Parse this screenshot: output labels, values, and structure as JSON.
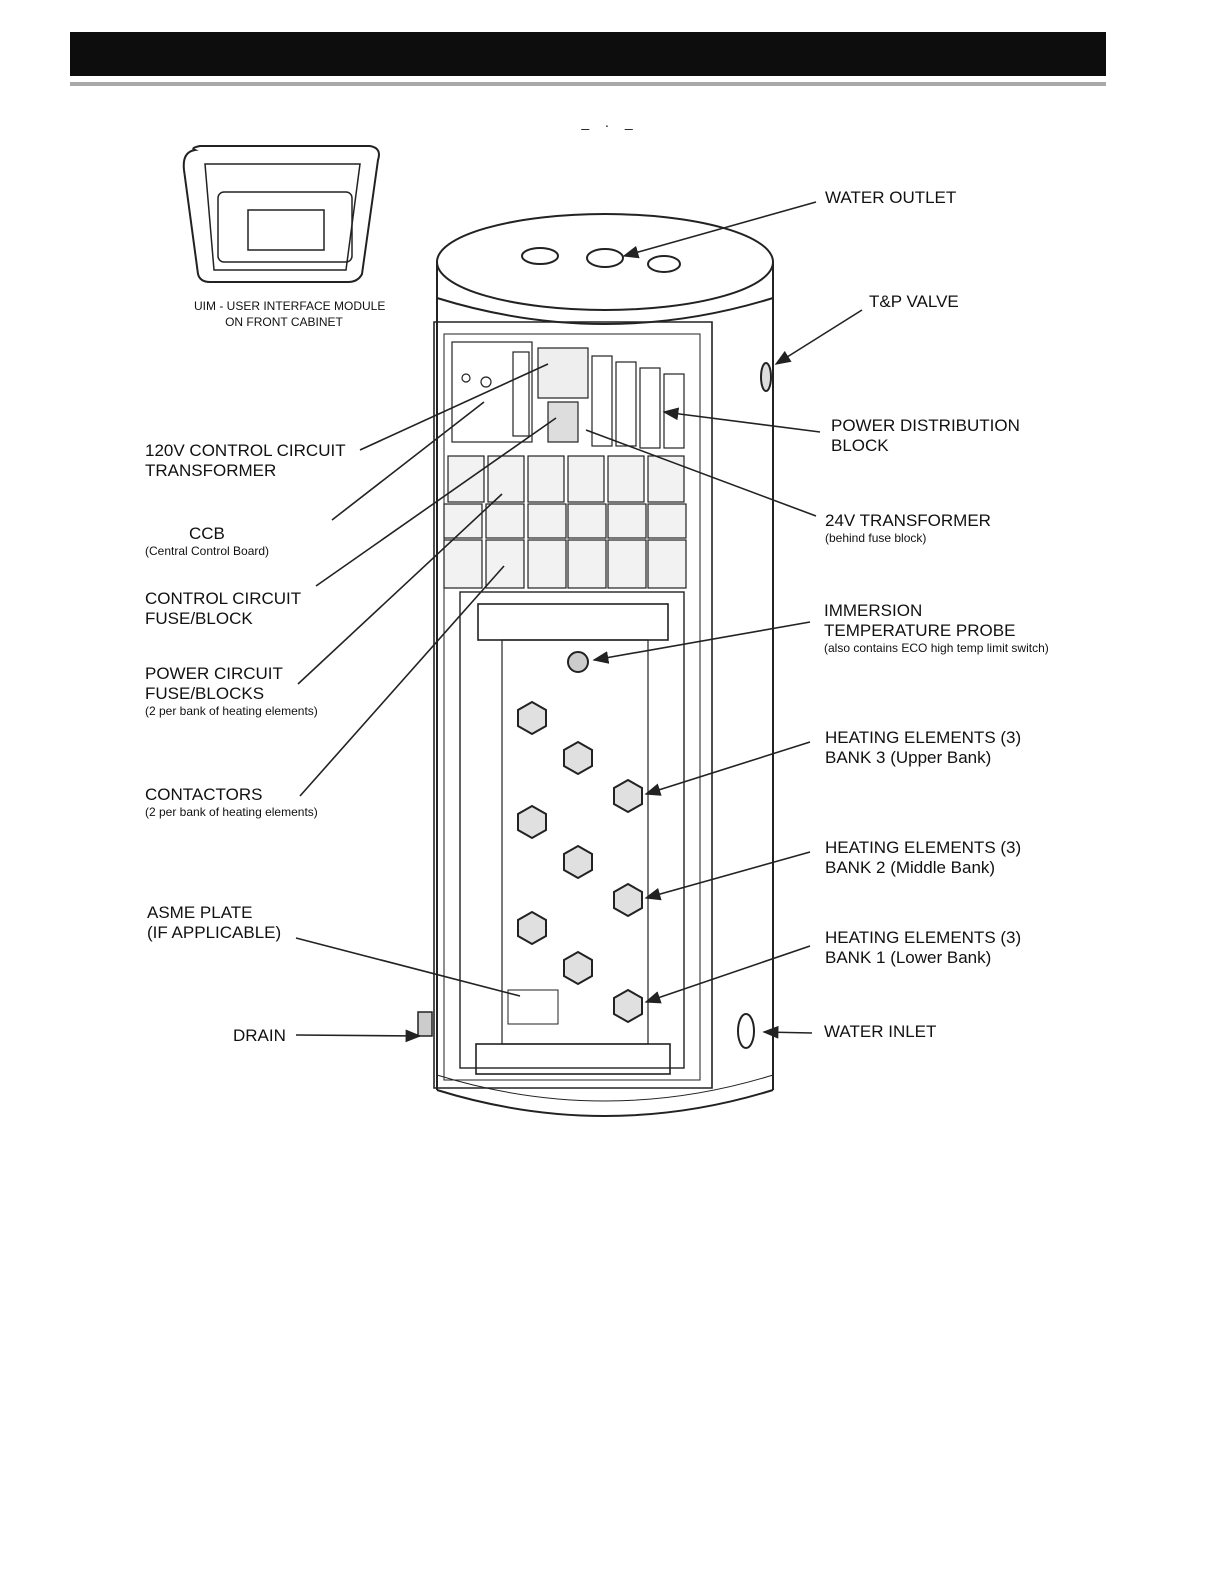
{
  "header": {
    "title": "",
    "figure_mark": "_ . _"
  },
  "uim": {
    "line1": "UIM - USER INTERFACE MODULE",
    "line2": "ON FRONT CABINET"
  },
  "labels": {
    "water_outlet": "WATER OUTLET",
    "tp_valve": "T&P VALVE",
    "transformer_120v_1": "120V CONTROL CIRCUIT",
    "transformer_120v_2": "TRANSFORMER",
    "power_dist_1": "POWER DISTRIBUTION",
    "power_dist_2": "BLOCK",
    "ccb": "CCB",
    "ccb_sub": "(Central Control Board)",
    "transformer_24v": "24V TRANSFORMER",
    "transformer_24v_sub": "(behind fuse block)",
    "control_fuse_1": "CONTROL CIRCUIT",
    "control_fuse_2": "FUSE/BLOCK",
    "immersion_1": "IMMERSION",
    "immersion_2": "TEMPERATURE PROBE",
    "immersion_sub": "(also contains ECO high temp limit switch)",
    "power_fuse_1": "POWER CIRCUIT",
    "power_fuse_2": "FUSE/BLOCKS",
    "power_fuse_sub": "(2 per bank of heating elements)",
    "bank3_1": "HEATING ELEMENTS (3)",
    "bank3_2": "BANK 3  (Upper Bank)",
    "contactors": "CONTACTORS",
    "contactors_sub": "(2 per bank of heating elements)",
    "bank2_1": "HEATING ELEMENTS (3)",
    "bank2_2": "BANK 2  (Middle Bank)",
    "asme_1": "ASME PLATE",
    "asme_2": "(IF APPLICABLE)",
    "bank1_1": "HEATING ELEMENTS (3)",
    "bank1_2": "BANK 1  (Lower Bank)",
    "drain": "DRAIN",
    "water_inlet": "WATER INLET"
  },
  "colors": {
    "header": "#0d0d0d",
    "rule": "#a9a9a9",
    "line": "#222222"
  }
}
